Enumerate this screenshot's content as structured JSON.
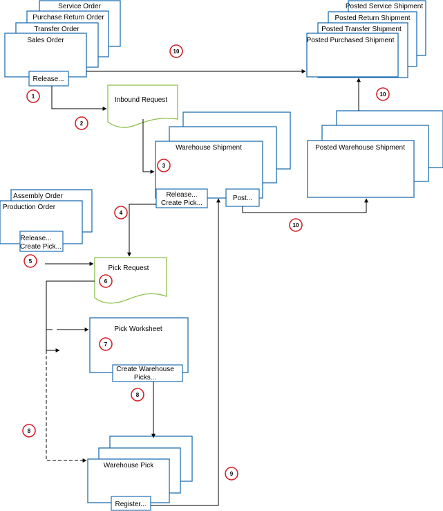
{
  "nodes": {
    "service_order": "Service Order",
    "purchase_return_order": "Purchase Return Order",
    "transfer_order": "Transfer Order",
    "sales_order": "Sales Order",
    "sales_release": "Release...",
    "inbound_request": "Inbound Request",
    "posted_service_shipment": "Posted Service Shipment",
    "posted_return_shipment": "Posted Return Shipment",
    "posted_transfer_shipment": "Posted Transfer Shipment",
    "posted_purchased_shipment": "Posted Purchased Shipment",
    "warehouse_shipment": "Warehouse Shipment",
    "ws_release": "Release...",
    "ws_create_pick": "Create Pick...",
    "ws_post": "Post...",
    "posted_warehouse_shipment": "Posted Warehouse Shipment",
    "assembly_order": "Assembly Order",
    "production_order": "Production Order",
    "po_release": "Release...",
    "po_create_pick": "Create Pick...",
    "pick_request": "Pick Request",
    "pick_worksheet": "Pick Worksheet",
    "create_warehouse_picks_1": "Create Warehouse",
    "create_warehouse_picks_2": "Picks...",
    "warehouse_pick": "Warehouse Pick",
    "register": "Register..."
  },
  "steps": {
    "s1": "1",
    "s2": "2",
    "s3": "3",
    "s4": "4",
    "s5": "5",
    "s6": "6",
    "s7": "7",
    "s8a": "8",
    "s8b": "8",
    "s9": "9",
    "s10a": "10",
    "s10b": "10",
    "s10c": "10"
  },
  "colors": {
    "box_border": "#1f6fb0",
    "document_border": "#8cbf4a",
    "step_circle": "#d2232a",
    "arrow": "#000000"
  }
}
